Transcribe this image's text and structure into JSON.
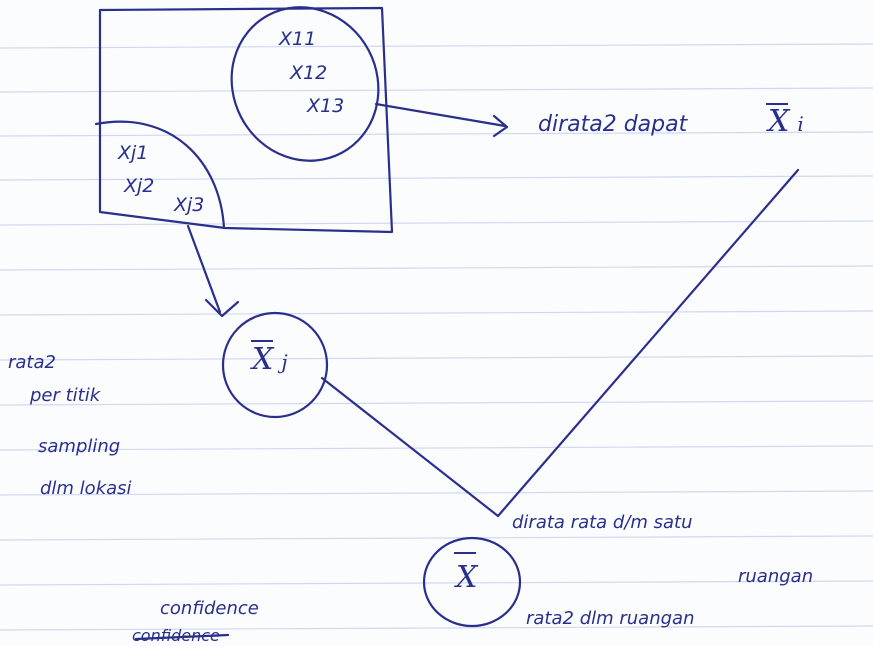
{
  "diagram": {
    "box_region_i": {
      "items": [
        "X11",
        "X12",
        "X13"
      ]
    },
    "box_region_j": {
      "items": [
        "Xj1",
        "Xj2",
        "Xj3"
      ]
    },
    "mean_i": {
      "symbol": "X",
      "subscript": "i"
    },
    "mean_j": {
      "symbol": "X",
      "subscript": "j"
    },
    "grand_mean": {
      "symbol": "X"
    },
    "labels": {
      "dirata_dapat": "dirata2 dapat",
      "rata_per_titik": [
        "rata2",
        "per titik",
        "sampling",
        "dlm lokasi"
      ],
      "dirata_rata_dlm_satu_ruangan": [
        "dirata rata d/m satu",
        "ruangan"
      ],
      "rata_dlm_ruangan": "rata2 dlm ruangan",
      "confidence": "confidence",
      "confidence_struck": "confidence"
    },
    "colors": {
      "ink": "#2a2f8c",
      "paper_line": "#cfd8f2"
    }
  }
}
